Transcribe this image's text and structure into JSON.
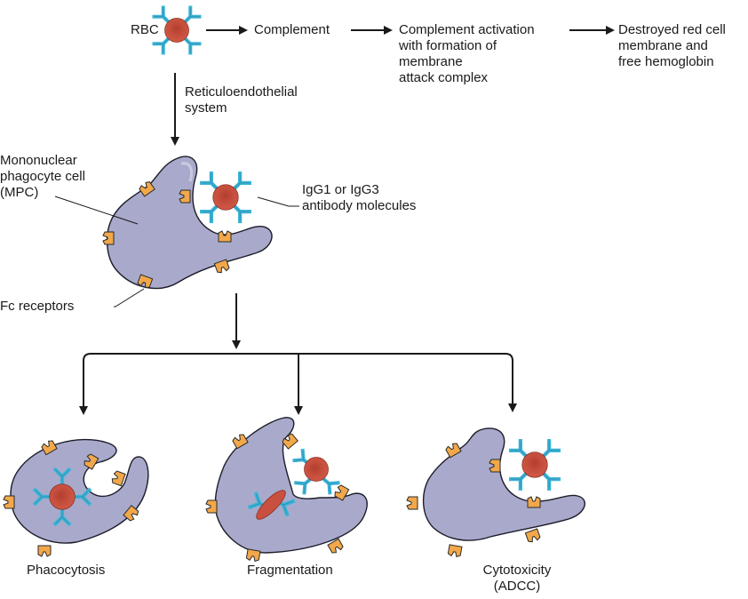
{
  "colors": {
    "cell_fill": "#a9aacb",
    "cell_highlight": "#c2c3dc",
    "cell_stroke": "#1c1c2a",
    "rbc_fill": "#c9503f",
    "rbc_center": "#b4412f",
    "antibody": "#3cb4d8",
    "receptor": "#f2a84a",
    "line": "#1a1a1a"
  },
  "top_flow": {
    "rbc_label": "RBC",
    "complement": "Complement",
    "activation": "Complement activation\nwith formation of\nmembrane\nattack complex",
    "destroyed": "Destroyed red cell\nmembrane and\nfree hemoglobin"
  },
  "pathway": {
    "reticulo_label": "Reticuloendothelial\nsystem"
  },
  "mpc": {
    "cell_label": "Mononuclear\nphagocyte cell\n(MPC)",
    "antibody_label": "IgG1 or IgG3\nantibody molecules",
    "receptor_label": "Fc receptors"
  },
  "outcomes": [
    {
      "label": "Phacocytosis"
    },
    {
      "label": "Fragmentation"
    },
    {
      "label": "Cytotoxicity\n(ADCC)"
    }
  ]
}
